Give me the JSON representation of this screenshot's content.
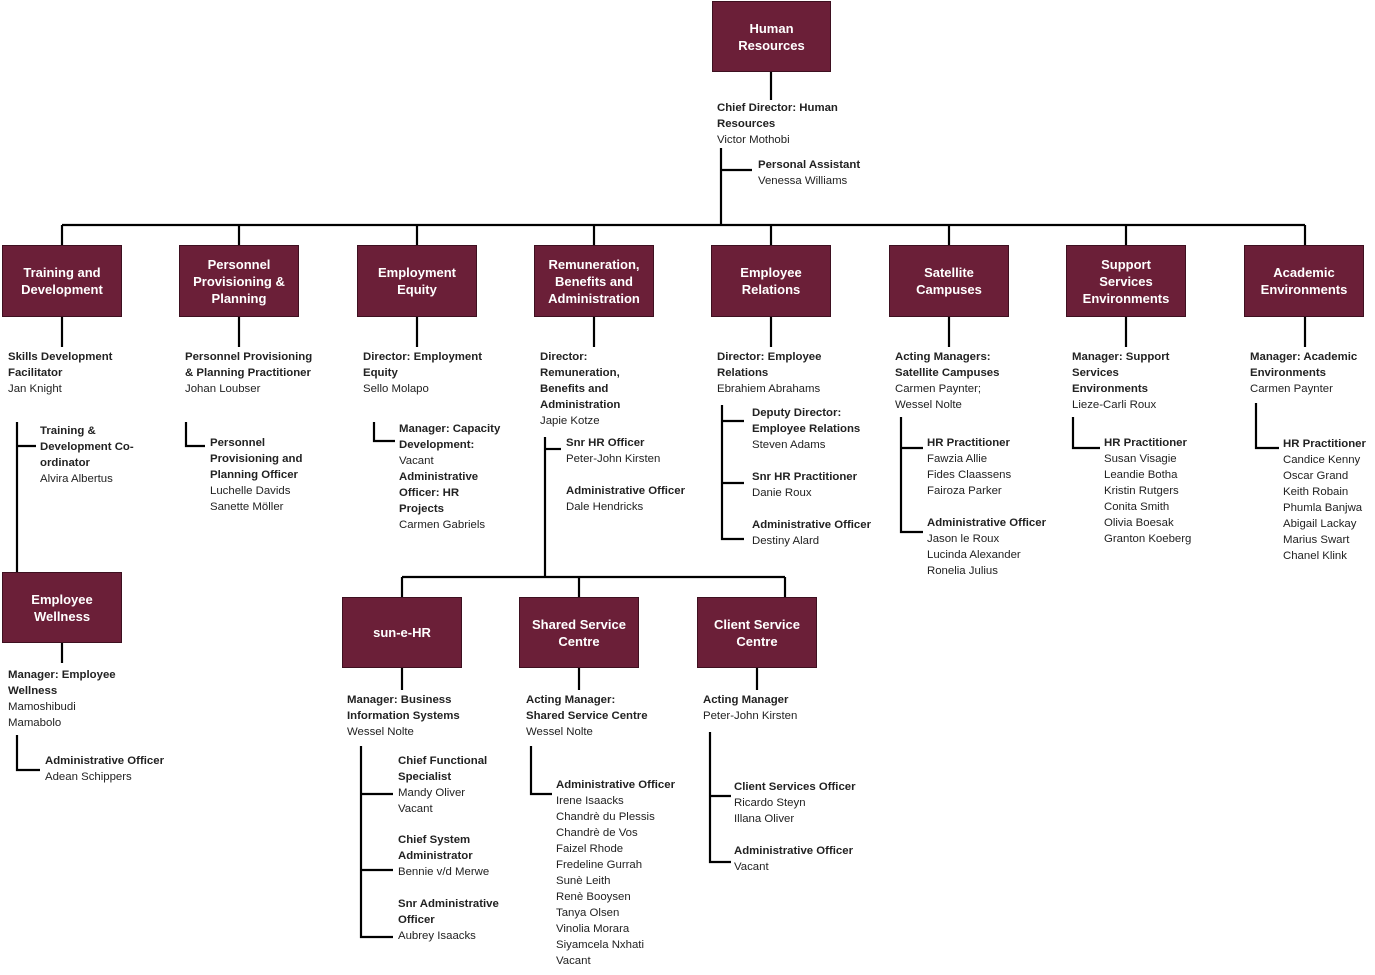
{
  "top": {
    "title": "Human Resources",
    "head_role": "Chief Director: Human Resources",
    "head_name": "Victor Mothobi",
    "assistant_role": "Personal Assistant",
    "assistant_name": "Venessa Williams"
  },
  "departments": [
    {
      "title": "Training and Development",
      "head_role": "Skills Development Facilitator",
      "head_names": [
        "Jan Knight"
      ],
      "groups": [
        {
          "role": "Training & Development Co-ordinator",
          "names": [
            "Alvira Albertus"
          ]
        }
      ]
    },
    {
      "title": "Personnel Provisioning & Planning",
      "head_role": "Personnel Provisioning & Planning Practitioner",
      "head_names": [
        "Johan Loubser"
      ],
      "groups": [
        {
          "role": "Personnel Provisioning and Planning Officer",
          "names": [
            "Luchelle Davids",
            "Sanette Möller"
          ]
        }
      ]
    },
    {
      "title": "Employment Equity",
      "head_role": "Director: Employment Equity",
      "head_names": [
        "Sello Molapo"
      ],
      "groups": [
        {
          "role": "Manager: Capacity Development:",
          "names": [
            "Vacant"
          ]
        },
        {
          "role": "Administrative Officer: HR Projects",
          "names": [
            "Carmen Gabriels"
          ]
        }
      ]
    },
    {
      "title": "Remuneration, Benefits and Administration",
      "head_role": "Director: Remuneration, Benefits and Administration",
      "head_names": [
        "Japie Kotze"
      ],
      "groups": [
        {
          "role": "Snr HR Officer",
          "names": [
            "Peter-John Kirsten"
          ]
        },
        {
          "role": "Administrative Officer",
          "names": [
            "Dale Hendricks"
          ]
        }
      ]
    },
    {
      "title": "Employee Relations",
      "head_role": "Director: Employee Relations",
      "head_names": [
        "Ebrahiem Abrahams"
      ],
      "groups": [
        {
          "role": "Deputy Director: Employee Relations",
          "names": [
            "Steven Adams"
          ]
        },
        {
          "role": "Snr HR Practitioner",
          "names": [
            "Danie Roux"
          ]
        },
        {
          "role": "Administrative Officer",
          "names": [
            "Destiny Alard"
          ]
        }
      ]
    },
    {
      "title": "Satellite Campuses",
      "head_role": "Acting Managers: Satellite Campuses",
      "head_names": [
        "Carmen Paynter;",
        "Wessel Nolte"
      ],
      "groups": [
        {
          "role": "HR Practitioner",
          "names": [
            "Fawzia Allie",
            "Fides Claassens",
            "Fairoza Parker"
          ]
        },
        {
          "role": "Administrative Officer",
          "names": [
            "Jason le Roux",
            "Lucinda Alexander",
            "Ronelia Julius"
          ]
        }
      ]
    },
    {
      "title": "Support Services Environments",
      "head_role": "Manager: Support Services Environments",
      "head_names": [
        "Lieze-Carli Roux"
      ],
      "groups": [
        {
          "role": "HR Practitioner",
          "names": [
            "Susan Visagie",
            "Leandie Botha",
            "Kristin Rutgers",
            "Conita Smith",
            "Olivia Boesak",
            "Granton Koeberg"
          ]
        }
      ]
    },
    {
      "title": "Academic Environments",
      "head_role": "Manager: Academic Environments",
      "head_names": [
        "Carmen Paynter"
      ],
      "groups": [
        {
          "role": "HR Practitioner",
          "names": [
            "Candice Kenny",
            "Oscar Grand",
            "Keith Robain",
            "Phumla Banjwa",
            "Abigail Lackay",
            "Marius Swart",
            "Chanel Klink"
          ]
        }
      ]
    },
    {
      "title": "Employee Wellness",
      "head_role": "Manager: Employee Wellness",
      "head_names": [
        "Mamoshibudi",
        "Mamabolo"
      ],
      "groups": [
        {
          "role": "Administrative Officer",
          "names": [
            "Adean Schippers"
          ]
        }
      ]
    },
    {
      "title": "sun-e-HR",
      "head_role": "Manager: Business Information Systems",
      "head_names": [
        "Wessel Nolte"
      ],
      "groups": [
        {
          "role": "Chief Functional Specialist",
          "names": [
            "Mandy Oliver",
            "Vacant"
          ]
        },
        {
          "role": "Chief System Administrator",
          "names": [
            "Bennie v/d Merwe"
          ]
        },
        {
          "role": "Snr Administrative Officer",
          "names": [
            "Aubrey Isaacks"
          ]
        }
      ]
    },
    {
      "title": "Shared Service Centre",
      "head_role": "Acting Manager: Shared Service Centre",
      "head_names": [
        "Wessel Nolte"
      ],
      "groups": [
        {
          "role": "Administrative Officer",
          "names": [
            "Irene Isaacks",
            "Chandrè du Plessis",
            "Chandrè de Vos",
            "Faizel Rhode",
            "Fredeline Gurrah",
            "Sunè Leith",
            "Renè Booysen",
            "Tanya Olsen",
            "Vinolia Morara",
            "Siyamcela Nxhati",
            "Vacant"
          ]
        }
      ]
    },
    {
      "title": "Client Service Centre",
      "head_role": "Acting Manager",
      "head_names": [
        "Peter-John Kirsten"
      ],
      "groups": [
        {
          "role": "Client Services Officer",
          "names": [
            "Ricardo Steyn",
            "Illana Oliver"
          ]
        },
        {
          "role": "Administrative Officer",
          "names": [
            "Vacant"
          ]
        }
      ]
    }
  ]
}
